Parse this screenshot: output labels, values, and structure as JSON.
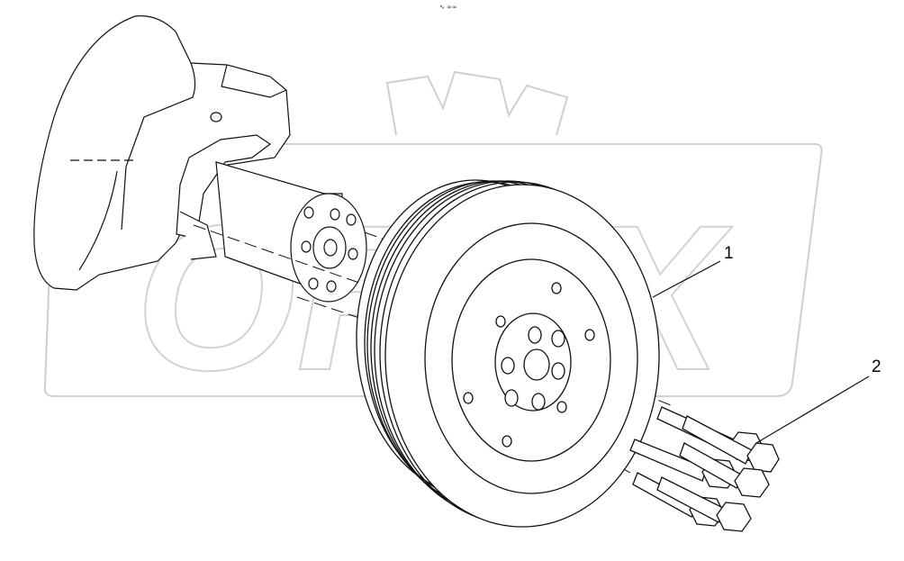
{
  "header": {
    "mark": "∿ ∞∞"
  },
  "watermark": {
    "text": "OREX",
    "color": "#cfcfcf"
  },
  "callouts": [
    {
      "number": "1",
      "part": "crankshaft-pulley"
    },
    {
      "number": "2",
      "part": "pulley-bolts"
    }
  ],
  "line_color": "#111111"
}
